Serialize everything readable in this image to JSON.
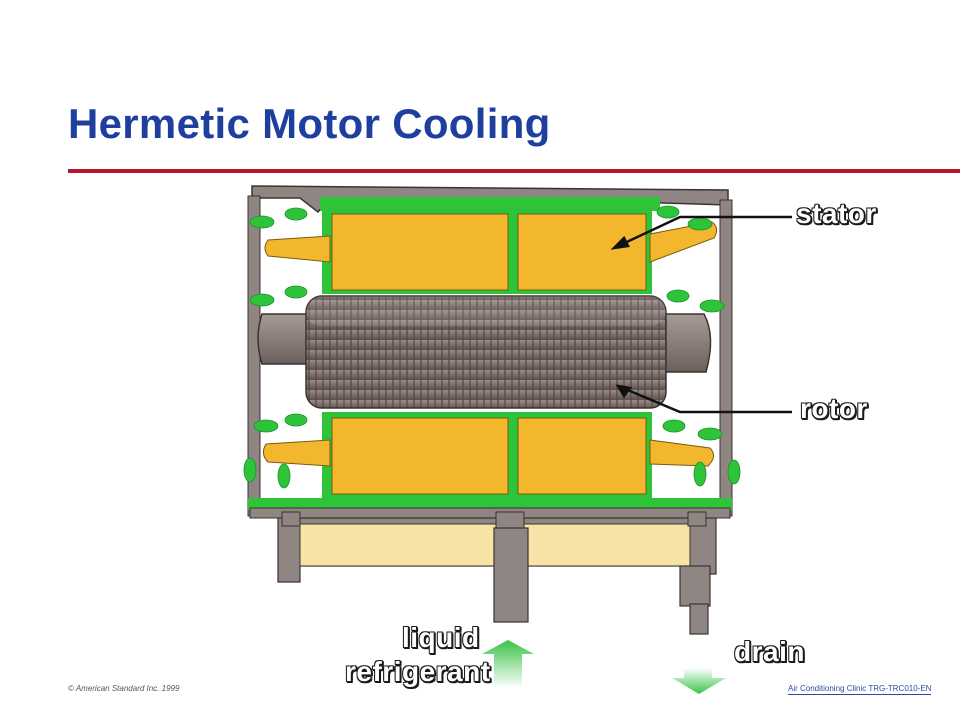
{
  "slide": {
    "title": "Hermetic Motor Cooling"
  },
  "labels": {
    "stator": "stator",
    "rotor": "rotor",
    "liquid_refrigerant_line1": "liquid",
    "liquid_refrigerant_line2": "refrigerant",
    "drain": "drain"
  },
  "footer": {
    "copyright": "© American Standard Inc. 1999",
    "course": "Air Conditioning Clinic TRG-TRC010-EN"
  },
  "colors": {
    "title": "#1f3f9e",
    "rule": "#b8142b",
    "housing": "#8f8684",
    "winding": "#f2b72c",
    "coolant_green": "#2ec43a",
    "rotor": "#7a6a66",
    "sump": "#f7e3a6"
  }
}
